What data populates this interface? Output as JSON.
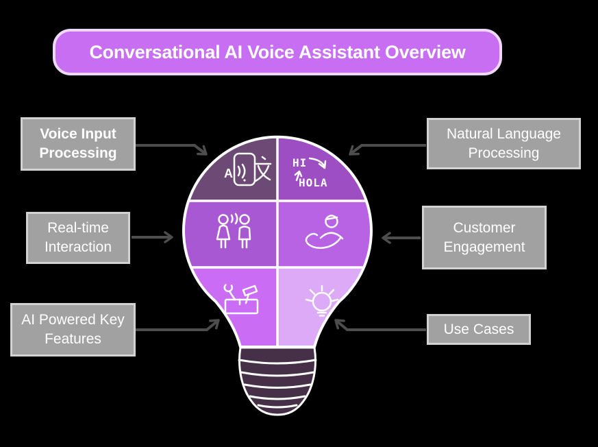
{
  "title": {
    "label": "Conversational AI Voice Assistant Overview",
    "bg_color": "#c76ef2",
    "border_color": "#eed9fc"
  },
  "labels": {
    "voice_input": "Voice Input Processing",
    "nlp": "Natural Language Processing",
    "realtime": "Real-time Interaction",
    "customer": "Customer Engagement",
    "ai_features": "AI Powered Key Features",
    "use_cases": "Use Cases"
  },
  "bulb": {
    "segments": [
      {
        "name": "voice-input-processing",
        "icon": "translate-phone-icon",
        "color": "#6d4a75"
      },
      {
        "name": "natural-language-processing",
        "icon": "hi-hola-translation-icon",
        "color": "#9e4ec3"
      },
      {
        "name": "real-time-interaction",
        "icon": "two-people-talking-icon",
        "color": "#a958d4"
      },
      {
        "name": "customer-engagement",
        "icon": "hand-holding-person-icon",
        "color": "#b763e3"
      },
      {
        "name": "ai-powered-key-features",
        "icon": "toolbox-tools-icon",
        "color": "#cb6cf4"
      },
      {
        "name": "use-cases",
        "icon": "lightbulb-idea-icon",
        "color": "#dcaaf6"
      }
    ],
    "icon_texts": {
      "letter_a": "A",
      "hi": "HI",
      "hola": "HOLA"
    },
    "base_color": "#453047",
    "outline_color": "#ffffff"
  },
  "style": {
    "background": "#000000",
    "box_bg": "#a1a1a1",
    "box_border": "#d2d2d2",
    "arrow_color": "#4d4d4d",
    "text_color": "#ffffff"
  }
}
